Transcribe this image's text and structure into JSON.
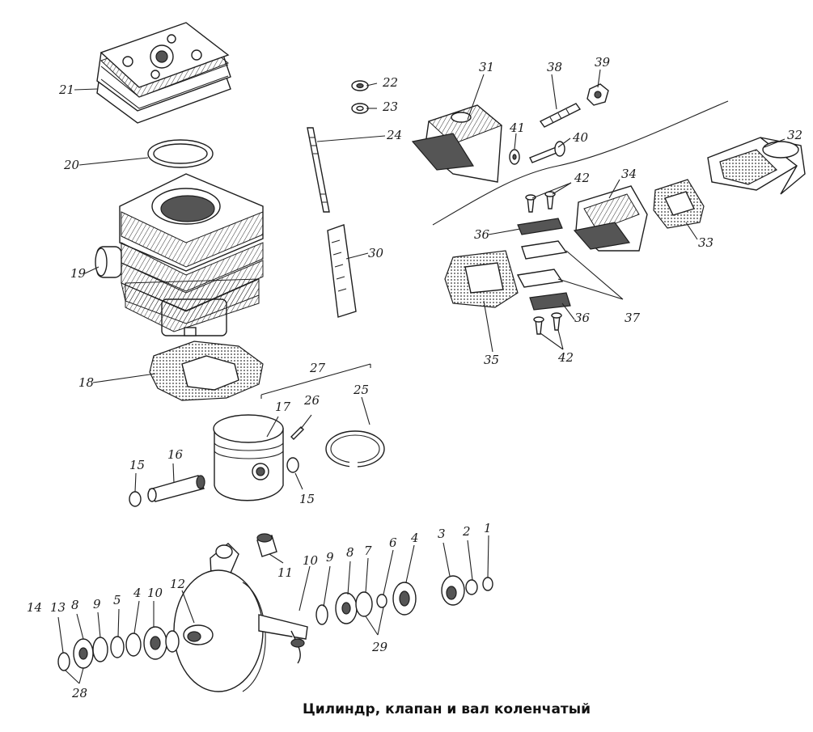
{
  "caption": "Цилиндр, клапан и вал коленчатый",
  "callouts": [
    "1",
    "2",
    "3",
    "4",
    "5",
    "6",
    "7",
    "8",
    "9",
    "10",
    "11",
    "12",
    "13",
    "14",
    "15",
    "16",
    "17",
    "18",
    "19",
    "20",
    "21",
    "22",
    "23",
    "24",
    "25",
    "26",
    "27",
    "28",
    "29",
    "30",
    "31",
    "32",
    "33",
    "34",
    "35",
    "36",
    "37",
    "38",
    "39",
    "40",
    "41",
    "42"
  ],
  "parts": [
    "cylinder-head",
    "head-gasket-ring",
    "cylinder",
    "base-gasket",
    "piston",
    "piston-pin",
    "piston-ring",
    "circlip",
    "stud",
    "nut",
    "washer",
    "chain-tensioner",
    "reed-valve-body",
    "intake-manifold",
    "reed-gasket",
    "reed-petal",
    "petal-stop",
    "crankshaft",
    "bearing",
    "seal",
    "sprocket"
  ]
}
